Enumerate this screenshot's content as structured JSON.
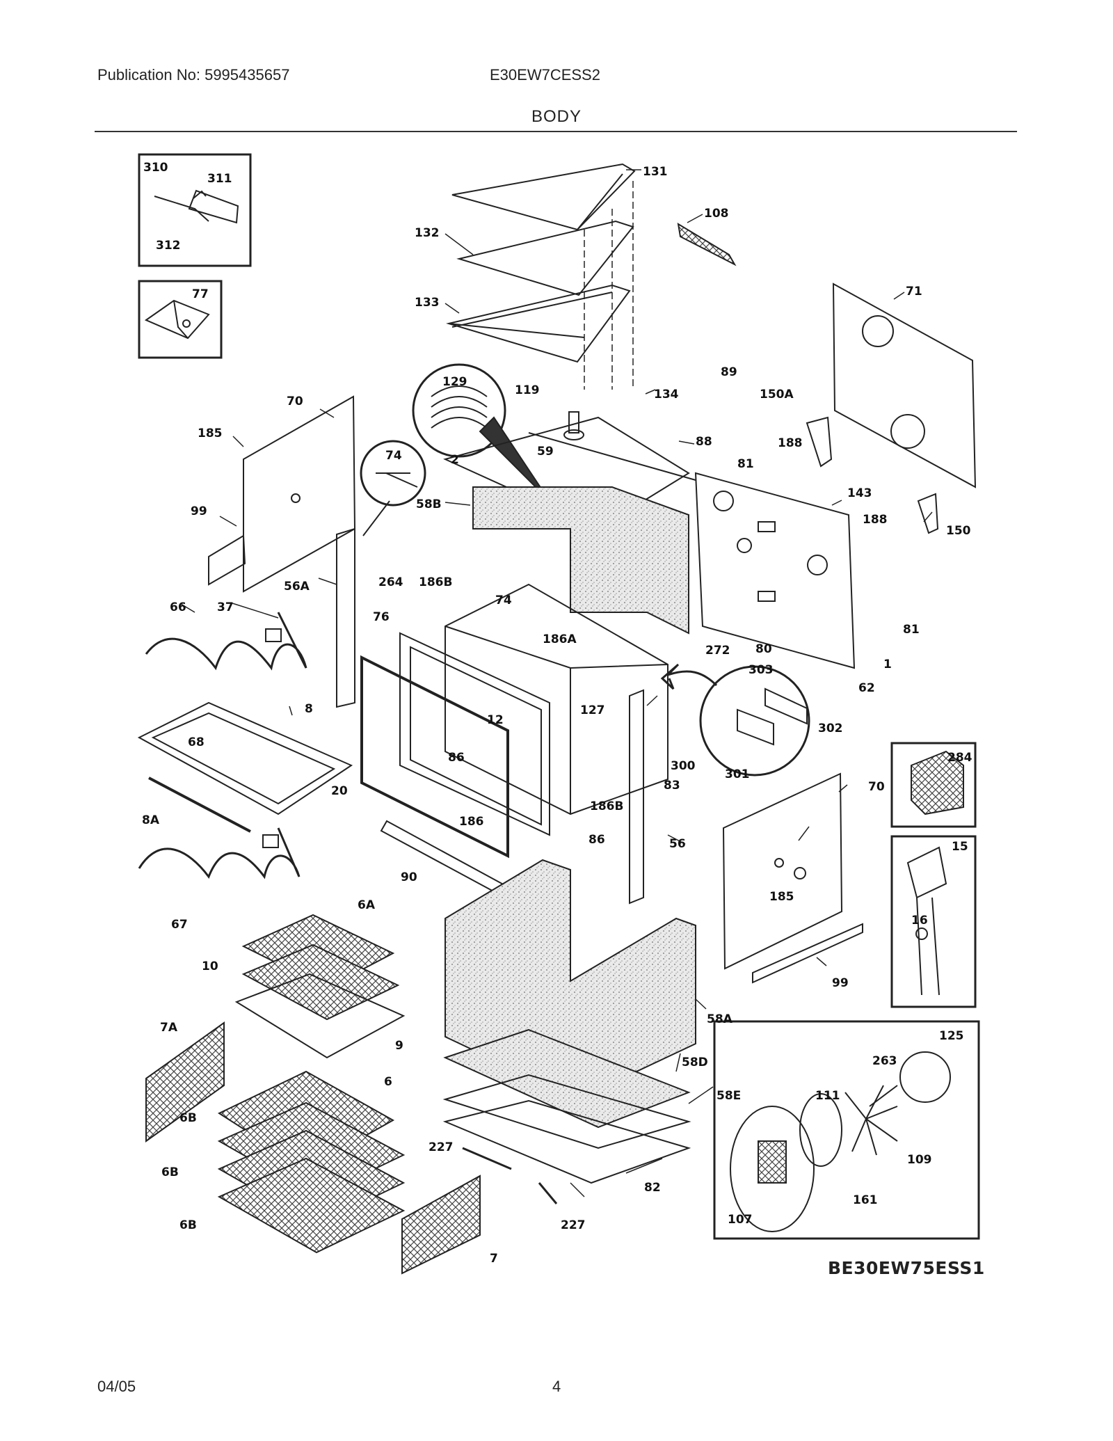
{
  "header": {
    "publication": "Publication No: 5995435657",
    "model": "E30EW7CESS2"
  },
  "title": "BODY",
  "diagram_id": "BE30EW75ESS1",
  "footer": {
    "date": "04/05",
    "page": "4"
  },
  "callouts": {
    "c310": "310",
    "c311": "311",
    "c312": "312",
    "c77": "77",
    "c131": "131",
    "c108": "108",
    "c132": "132",
    "c133": "133",
    "c71": "71",
    "c129": "129",
    "c119": "119",
    "c89": "89",
    "c134": "134",
    "c150A": "150A",
    "c70a": "70",
    "c185a": "185",
    "c74a": "74",
    "c59": "59",
    "c88": "88",
    "c188a": "188",
    "c81a": "81",
    "c2": "2",
    "c58B": "58B",
    "c143": "143",
    "c99a": "99",
    "c188b": "188",
    "c150": "150",
    "c56A": "56A",
    "c264": "264",
    "c186Ba": "186B",
    "c66": "66",
    "c37": "37",
    "c74b": "74",
    "c76": "76",
    "c272": "272",
    "c80": "80",
    "c81b": "81",
    "c186A": "186A",
    "c1": "1",
    "c303": "303",
    "c62": "62",
    "c8": "8",
    "c127": "127",
    "c12": "12",
    "c68": "68",
    "c302": "302",
    "c86a": "86",
    "c300": "300",
    "c301": "301",
    "c83": "83",
    "c284": "284",
    "c20": "20",
    "c70b": "70",
    "c186Bb": "186B",
    "c186": "186",
    "c8A": "8A",
    "c86b": "86",
    "c56": "56",
    "c15": "15",
    "c90": "90",
    "c185b": "185",
    "c16": "16",
    "c67": "67",
    "c6A": "6A",
    "c99b": "99",
    "c10": "10",
    "c9": "9",
    "c58A": "58A",
    "c7A": "7A",
    "c125": "125",
    "c263": "263",
    "c58D": "58D",
    "c6": "6",
    "c111": "111",
    "c58E": "58E",
    "c6Ba": "6B",
    "c227a": "227",
    "c109": "109",
    "c6Bb": "6B",
    "c82": "82",
    "c161": "161",
    "c6Bc": "6B",
    "c227b": "227",
    "c107": "107",
    "c7": "7"
  }
}
